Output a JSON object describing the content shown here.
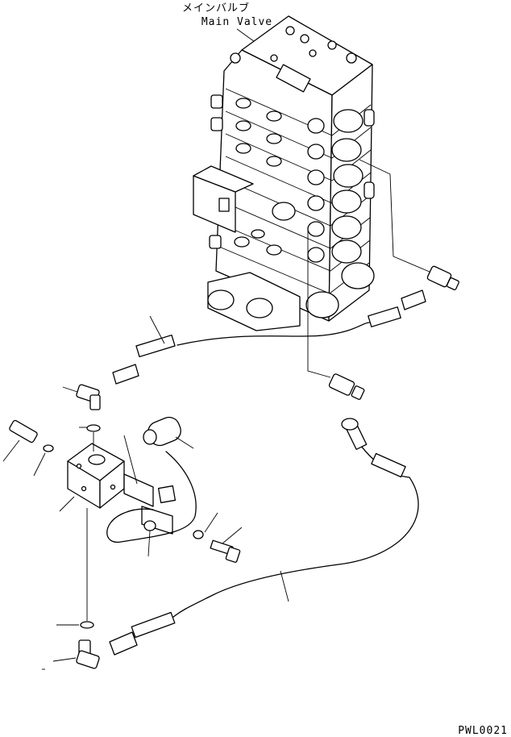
{
  "title_jp": "メインバルブ",
  "title_en": "Main Valve",
  "drawing_code": "PWL0021"
}
